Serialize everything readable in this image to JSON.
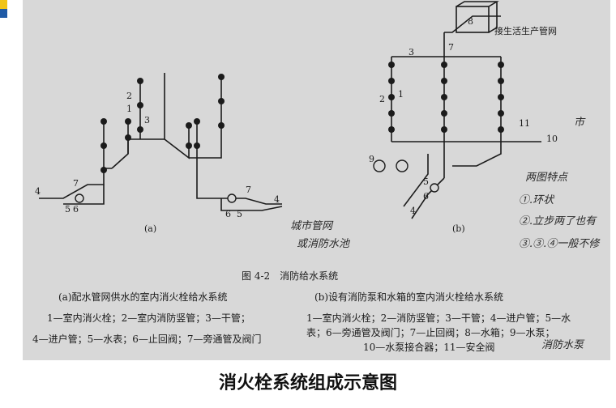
{
  "colors": {
    "accent_top": "#f0c419",
    "accent_bottom": "#1f5aa6",
    "scan_bg": "#d8d8d8",
    "ink": "#1b1b1b"
  },
  "labels_a": {
    "n1": "1",
    "n2": "2",
    "n3": "3",
    "n4l": "4",
    "n5l": "5",
    "n6l": "6",
    "n7l": "7",
    "n7r": "7",
    "n4r": "4",
    "n6r": "6",
    "n5r": "5",
    "sub": "(a)"
  },
  "labels_b": {
    "n3": "3",
    "n8": "8",
    "n7": "7",
    "n2": "2",
    "n1": "1",
    "n11": "11",
    "n10": "10",
    "n9": "9",
    "n4": "4",
    "n5": "5",
    "n6": "6",
    "sub": "(b)",
    "connect": "接生活生产管网"
  },
  "handwriting": {
    "h1": "城市管网",
    "h2": "或消防水池",
    "h3": "两图特点",
    "h4": "①.环状",
    "h5": "②.立步两了也有",
    "h6": "③.③.④一般不修",
    "h7": "消防水泵",
    "h8": "市"
  },
  "caption": {
    "fig": "图 4-2　消防给水系统",
    "a_title": "(a)配水管网供水的室内消火栓给水系统",
    "a_l1": "1—室内消火栓；2—室内消防竖管；3—干管；",
    "a_l2": "4—进户管；5—水表；6—止回阀；7—旁通管及阀门",
    "b_title": "(b)设有消防泵和水箱的室内消火栓给水系统",
    "b_l1": "1—室内消火栓；2—消防竖管；3—干管；4—进户管；5—水",
    "b_l2": "表；6—旁通管及阀门；7—止回阀；8—水箱；9—水泵；",
    "b_l3": "10—水泵接合器；11—安全阀"
  },
  "page_title": "消火栓系统组成示意图"
}
